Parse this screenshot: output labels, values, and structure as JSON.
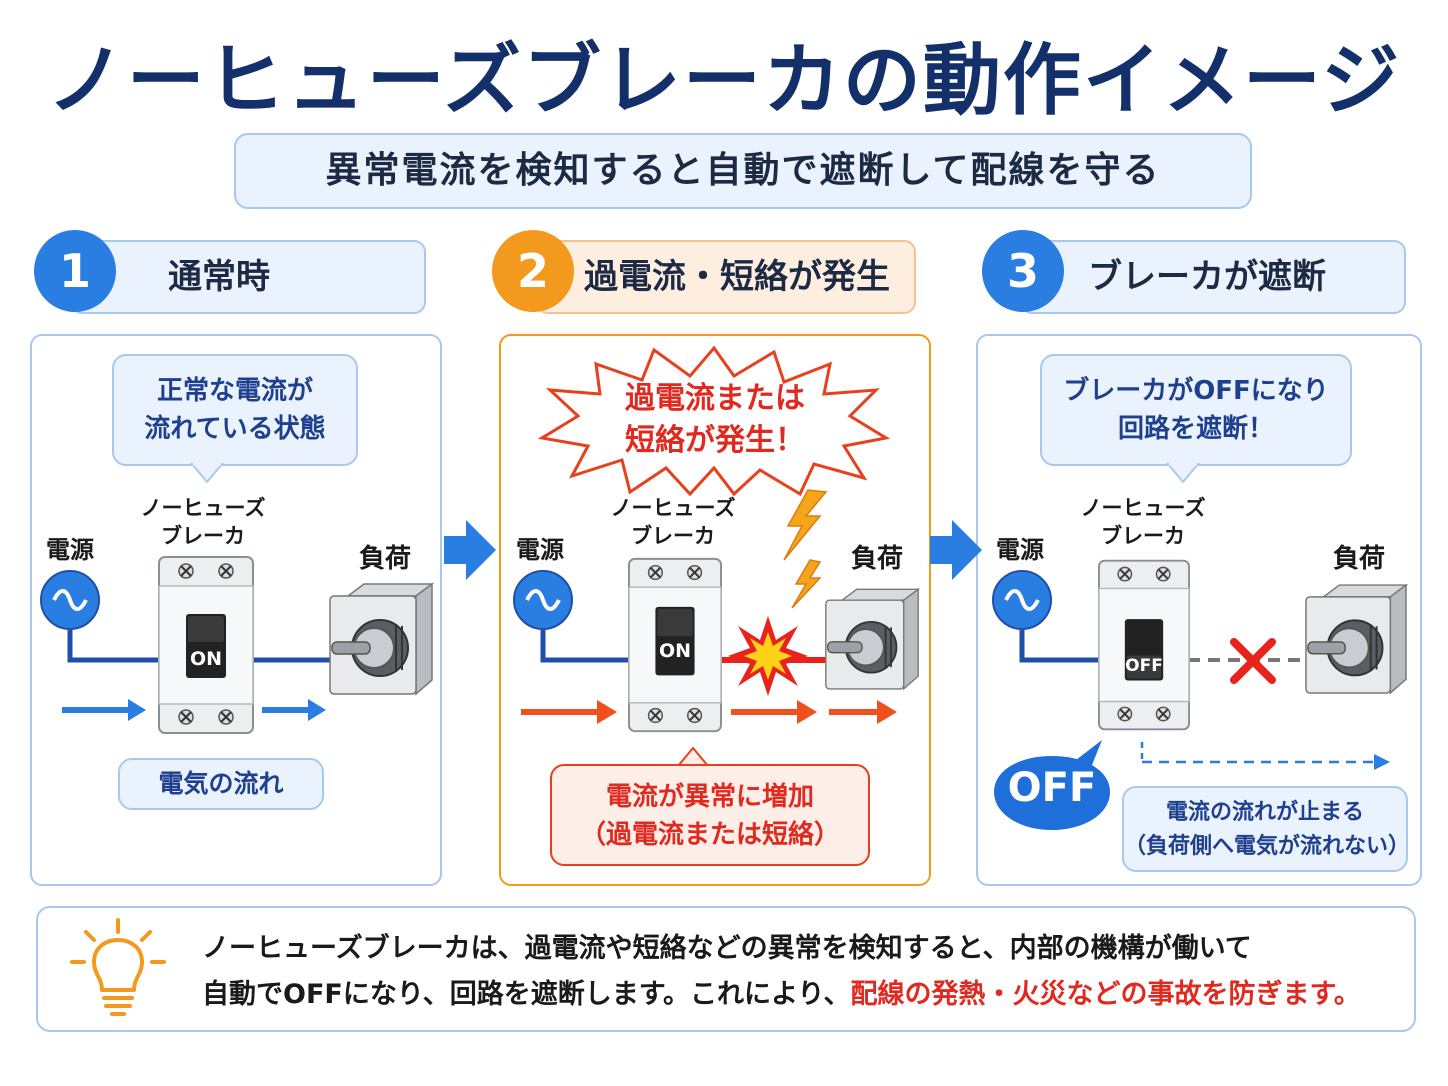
{
  "title": "ノーヒューズブレーカの動作イメージ",
  "subtitle": "異常電流を検知すると自動で遮断して配線を守る",
  "steps": [
    {
      "number": "1",
      "heading": "通常時",
      "callout_lines": [
        "正常な電流が",
        "流れている状態"
      ],
      "power_label": "電源",
      "breaker_label_lines": [
        "ノーヒューズ",
        "ブレーカ"
      ],
      "load_label": "負荷",
      "switch_state": "ON",
      "flow_label": "電気の流れ"
    },
    {
      "number": "2",
      "heading": "過電流・短絡が発生",
      "callout_lines": [
        "過電流または",
        "短絡が発生！"
      ],
      "power_label": "電源",
      "breaker_label_lines": [
        "ノーヒューズ",
        "ブレーカ"
      ],
      "load_label": "負荷",
      "switch_state": "ON",
      "note_lines": [
        "電流が異常に増加",
        "（過電流または短絡）"
      ]
    },
    {
      "number": "3",
      "heading": "ブレーカが遮断",
      "callout_lines": [
        "ブレーカがOFFになり",
        "回路を遮断！"
      ],
      "power_label": "電源",
      "breaker_label_lines": [
        "ノーヒューズ",
        "ブレーカ"
      ],
      "load_label": "負荷",
      "switch_state": "OFF",
      "off_badge": "OFF",
      "note_lines": [
        "電流の流れが止まる",
        "（負荷側へ電気が流れない）"
      ]
    }
  ],
  "footer": {
    "line1": "ノーヒューズブレーカは、過電流や短絡などの異常を検知すると、内部の機構が働いて",
    "line2_plain": "自動でOFFになり、回路を遮断します。これにより、",
    "line2_highlight": "配線の発熱・火災などの事故を防ぎます。"
  },
  "colors": {
    "title": "#14306b",
    "blue": "#2a7de1",
    "navy": "#1f3f8f",
    "orange": "#f39a1e",
    "red": "#e8401c",
    "light_blue_bg": "#eaf3fd",
    "light_orange_bg": "#fdeee0"
  },
  "icons": [
    "ac-source-icon",
    "breaker-icon",
    "motor-load-icon",
    "lightning-icon",
    "spark-icon",
    "cross-icon",
    "lightbulb-icon",
    "arrow-right-icon"
  ]
}
